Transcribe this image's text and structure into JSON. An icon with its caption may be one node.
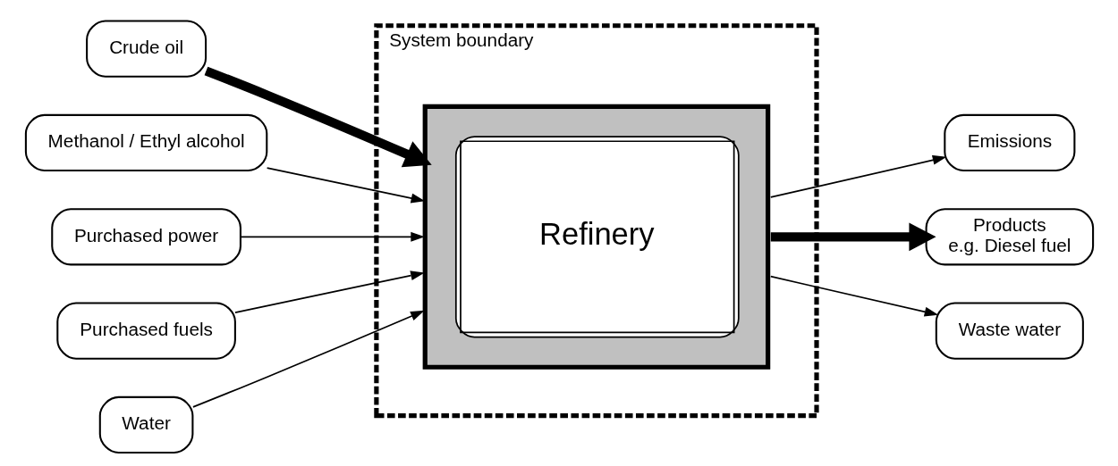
{
  "diagram": {
    "nodes": [
      {
        "text": [
          "System boundary"
        ]
      },
      {
        "text": [
          "Refinery"
        ],
        "in": 0
      },
      {
        "text": [
          "Crude oil"
        ]
      },
      {
        "text": [
          "Methanol / Ethyl alcohol"
        ]
      },
      {
        "text": [
          "Purchased power"
        ]
      },
      {
        "text": [
          "Purchased fuels"
        ]
      },
      {
        "text": [
          "Water"
        ]
      },
      {
        "text": [
          "Emissions"
        ]
      },
      {
        "text": [
          "Products",
          "e.g. Diesel fuel"
        ]
      },
      {
        "text": [
          "Waste water"
        ]
      }
    ],
    "edges": [
      {
        "from": 2,
        "to": 1,
        "arrow": "to",
        "style": "thick"
      },
      {
        "from": 3,
        "to": 1,
        "arrow": "to"
      },
      {
        "from": 4,
        "to": 1,
        "arrow": "to"
      },
      {
        "from": 5,
        "to": 1,
        "arrow": "to"
      },
      {
        "from": 6,
        "to": 1,
        "arrow": "to"
      },
      {
        "from": 1,
        "to": 7,
        "arrow": "to"
      },
      {
        "from": 1,
        "to": 8,
        "arrow": "to",
        "style": "thick"
      },
      {
        "from": 1,
        "to": 9,
        "arrow": "to"
      }
    ]
  }
}
